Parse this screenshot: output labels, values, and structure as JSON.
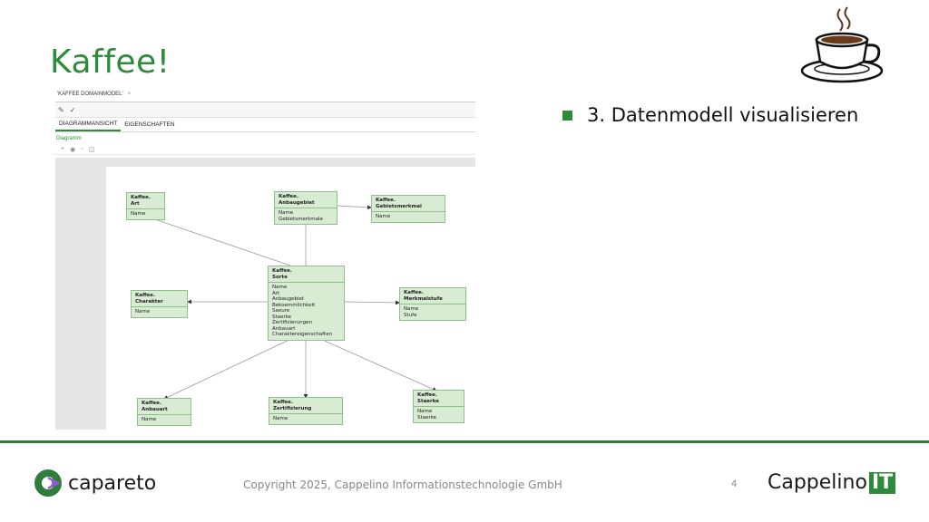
{
  "slide": {
    "title": "Kaffee!",
    "bullet": "3. Datenmodell visualisieren",
    "accent_color": "#2e8b3a"
  },
  "editor": {
    "tab_title": "'KAFFEE DOMAINMODEL'",
    "tab_close": "×",
    "toolbar_icons": [
      "edit-icon",
      "check-icon"
    ],
    "subtabs": [
      "DIAGRAMMANSICHT",
      "EIGENSCHAFTEN"
    ],
    "active_subtab": "DIAGRAMMANSICHT",
    "section_label": "Diagramm",
    "diagram_tools": [
      "plus-icon",
      "view-icon",
      "trash-icon",
      "export-icon"
    ]
  },
  "classes": {
    "art": {
      "header": [
        "Kaffee.",
        "Art"
      ],
      "attrs": [
        "Name"
      ]
    },
    "anbaugebiet": {
      "header": [
        "Kaffee.",
        "Anbaugebiet"
      ],
      "attrs": [
        "Name",
        "Gebietsmerkmale"
      ]
    },
    "gebietsmerkmal": {
      "header": [
        "Kaffee.",
        "Gebietsmerkmal"
      ],
      "attrs": [
        "Name"
      ]
    },
    "sorte": {
      "header": [
        "Kaffee.",
        "Sorte"
      ],
      "attrs": [
        "Name",
        "Art",
        "Anbaugebiet",
        "Bekoemmlichkeit",
        "Saeure",
        "Staerke",
        "Zertifizierungen",
        "Anbauart",
        "Charaktereigenschaften"
      ]
    },
    "charakter": {
      "header": [
        "Kaffee.",
        "Charakter"
      ],
      "attrs": [
        "Name"
      ]
    },
    "merkmalstufe": {
      "header": [
        "Kaffee.",
        "Merkmalstufe"
      ],
      "attrs": [
        "Name",
        "Stufe"
      ]
    },
    "anbauart": {
      "header": [
        "Kaffee.",
        "Anbauart"
      ],
      "attrs": [
        "Name"
      ]
    },
    "zertifizierung": {
      "header": [
        "Kaffee.",
        "Zertifizierung"
      ],
      "attrs": [
        "Name"
      ]
    },
    "staerke": {
      "header": [
        "Kaffee.",
        "Staerke"
      ],
      "attrs": [
        "Name",
        "Staerke"
      ]
    }
  },
  "footer": {
    "capareto_logo": "capareto",
    "copyright": "Copyright 2025, Cappelino Informationstechnologie GmbH",
    "page_number": "4",
    "cappelino_logo": "Cappelino",
    "cappelino_logo_it": "IT"
  }
}
